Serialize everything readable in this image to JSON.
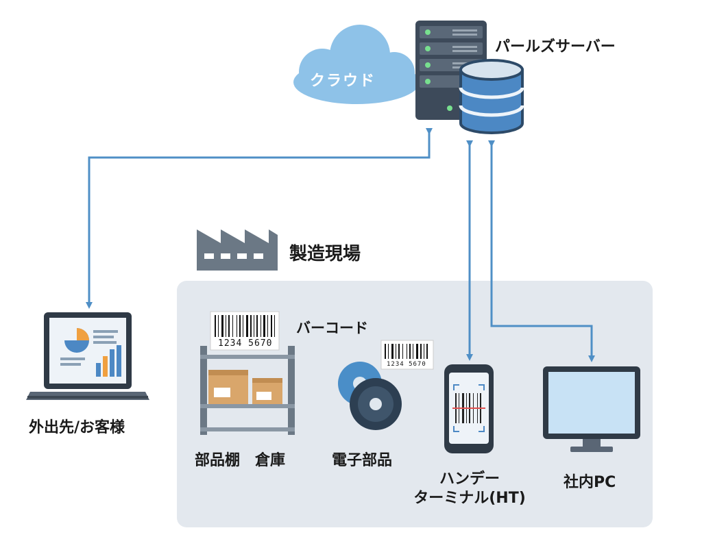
{
  "server": {
    "label": "パールズサーバー"
  },
  "cloud": {
    "label": "クラウド"
  },
  "factory": {
    "label": "製造現場"
  },
  "barcode": {
    "label": "バーコード",
    "number_large": "1234 5670",
    "number_small": "1234 5670"
  },
  "remote": {
    "label": "外出先/お客様"
  },
  "shelf": {
    "label": "部品棚　倉庫"
  },
  "parts": {
    "label": "電子部品"
  },
  "handy_terminal": {
    "label_line1": "ハンデー",
    "label_line2": "ターミナル(HT)"
  },
  "office_pc": {
    "label": "社内PC"
  },
  "colors": {
    "arrow": "#4f8fc6",
    "cloud": "#8ec2e8",
    "panel": "#e3e8ee",
    "server": "#3d4a5a",
    "db_blue": "#4c88c4",
    "screen": "#c8e2f5",
    "box": "#d9a66b"
  }
}
